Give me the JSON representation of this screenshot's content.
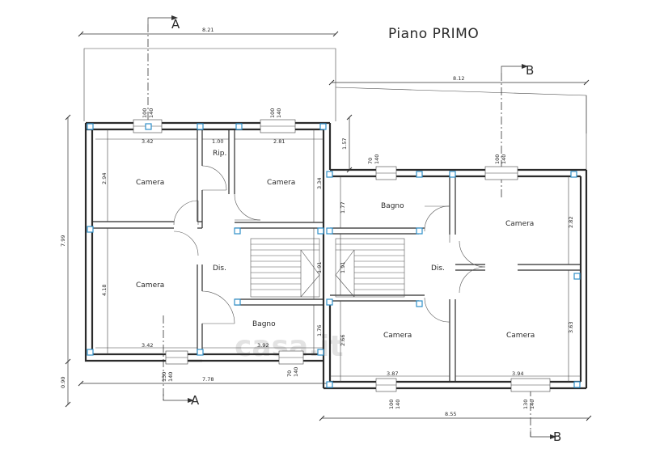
{
  "title": "Piano  PRIMO",
  "watermark": "casa.it",
  "sections": {
    "a": "A",
    "b": "B"
  },
  "rooms": {
    "camera_nw": "Camera",
    "camera_n": "Camera",
    "rip": "Rip.",
    "camera_w": "Camera",
    "dis_left": "Dis.",
    "bagno_left": "Bagno",
    "bagno_right": "Bagno",
    "camera_ne": "Camera",
    "dis_right": "Dis.",
    "camera_s": "Camera",
    "camera_se": "Camera"
  },
  "dimensions": {
    "top_left_total": "8.21",
    "top_right_total": "8.12",
    "bottom_left_total": "7.78",
    "bottom_right_total": "8.55",
    "left_total": "7.99",
    "left_bottom": "0.90",
    "right_offset": "1.57",
    "nw_width": "3.42",
    "nw_height": "2.94",
    "rip_width": "1.00",
    "n_width": "2.81",
    "n_height": "3.34",
    "w_height": "4.18",
    "w_width": "3.42",
    "bagno_left_width": "3.92",
    "bagno_left_height": "1.76",
    "stair_left_height": "1.91",
    "stair_right_height": "1.91",
    "bagno_right_height": "1.77",
    "ne_height": "2.82",
    "s_height": "2.66",
    "s_width": "3.87",
    "se_width": "3.94",
    "se_height": "3.63"
  },
  "windows": {
    "w1_a": "100",
    "w1_b": "140",
    "w2_a": "100",
    "w2_b": "140",
    "w3_a": "70",
    "w3_b": "140",
    "w4_a": "100",
    "w4_b": "140",
    "w5_a": "130",
    "w5_b": "140",
    "w6_a": "70",
    "w6_b": "140",
    "w7_a": "100",
    "w7_b": "140",
    "w8_a": "130",
    "w8_b": "140"
  }
}
